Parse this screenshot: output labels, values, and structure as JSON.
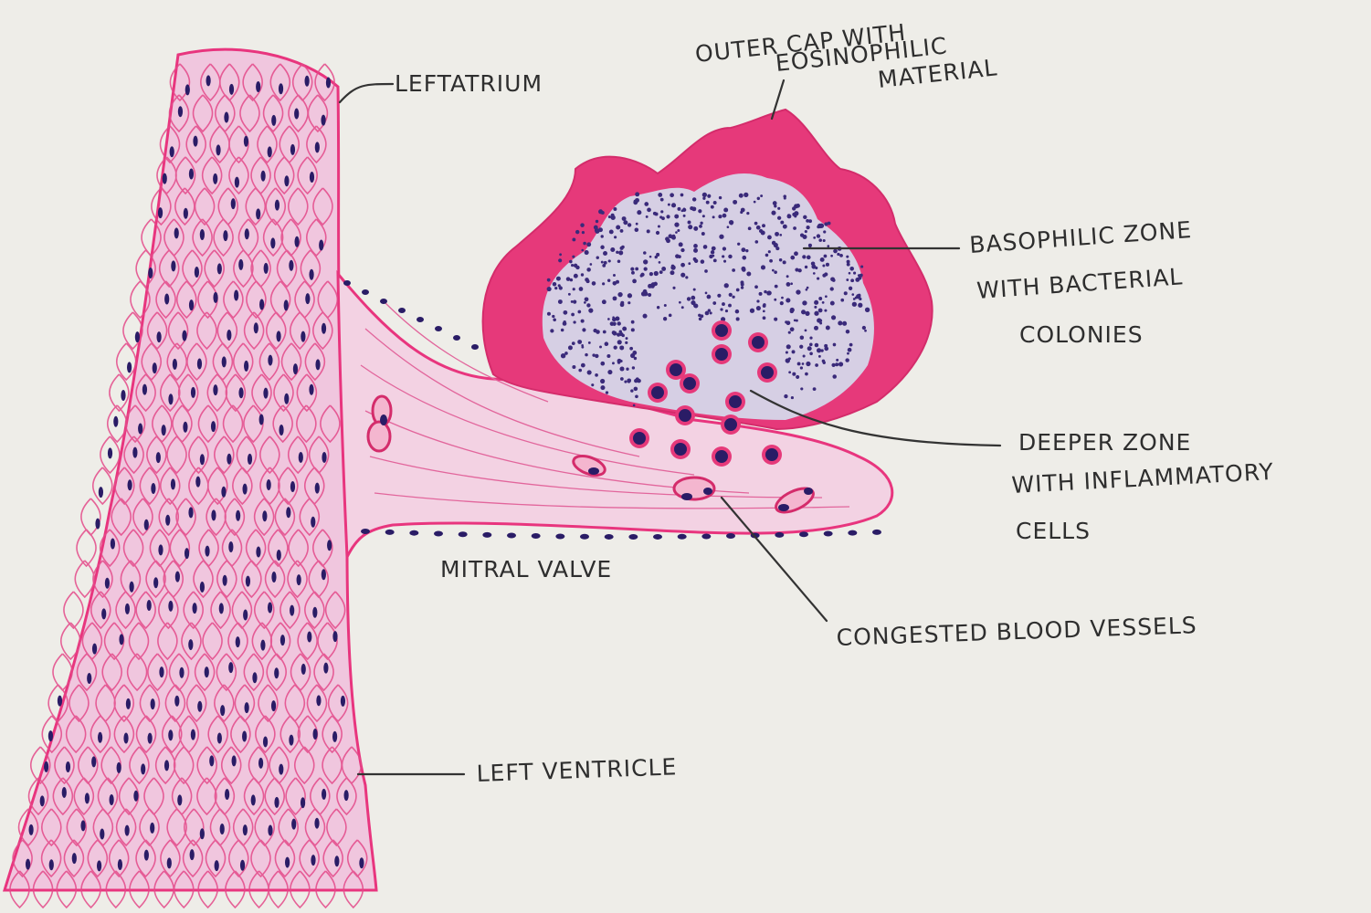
{
  "colors": {
    "paper": "#eeede8",
    "tissue_fill": "#f0c6de",
    "tissue_stroke": "#e8357e",
    "eosinophilic_cap": "#e6397a",
    "basophilic_dots": "#3a2a7a",
    "nuclei": "#2a1c66",
    "ink": "#2e2e2e"
  },
  "labels": {
    "left_atrium": "LEFTATRIUM",
    "outer_cap_line1": "OUTER CAP WITH",
    "outer_cap_line2": "EOSINOPHILIC",
    "outer_cap_line3": "MATERIAL",
    "basophilic_line1": "BASOPHILIC ZONE",
    "basophilic_line2": "WITH BACTERIAL",
    "basophilic_line3": "COLONIES",
    "deeper_line1": "DEEPER ZONE",
    "deeper_line2": "WITH INFLAMMATORY",
    "deeper_line3": "CELLS",
    "mitral_valve": "MITRAL VALVE",
    "congested_vessels": "CONGESTED BLOOD VESSELS",
    "left_ventricle": "LEFT VENTRICLE"
  }
}
